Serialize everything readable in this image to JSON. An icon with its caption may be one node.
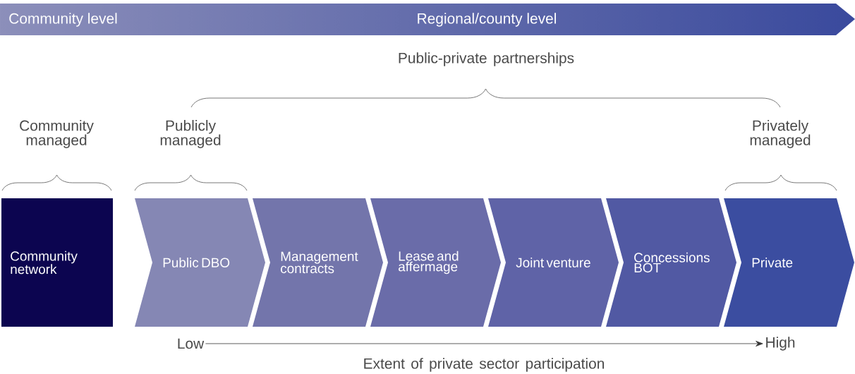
{
  "diagram": {
    "nodes": [
      {
        "text": [
          "Community level",
          "Regional/county level"
        ]
      },
      {
        "text": [
          "Community network"
        ]
      },
      {
        "text": [
          "Public DBO"
        ]
      },
      {
        "text": [
          "Management contracts"
        ]
      },
      {
        "text": [
          "Lease and affermage"
        ]
      },
      {
        "text": [
          "Joint venture"
        ]
      },
      {
        "text": [
          "Concessions BOT"
        ]
      },
      {
        "text": [
          "Private"
        ]
      },
      {
        "text": [
          "Low"
        ]
      },
      {
        "text": [
          "High"
        ]
      }
    ],
    "edges": [
      {
        "from": 8,
        "to": 9,
        "arrow": "to"
      }
    ],
    "labels": [
      "Public-private partnerships",
      "Community managed",
      "Publicly managed",
      "Privately managed",
      "Extent of private sector participation"
    ]
  }
}
